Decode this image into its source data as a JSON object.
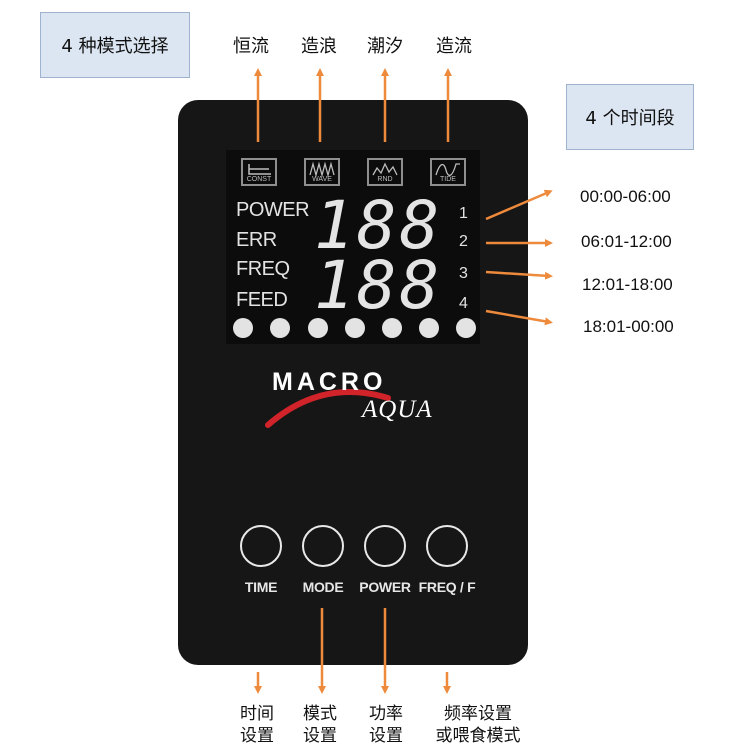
{
  "callouts": {
    "modes": "4 种模式选择",
    "periods": "4 个时间段"
  },
  "mode_labels": [
    "恒流",
    "造浪",
    "潮汐",
    "造流"
  ],
  "mode_icons": [
    {
      "name": "const-mode-icon",
      "caption": "CONST"
    },
    {
      "name": "wave-mode-icon",
      "caption": "WAVE"
    },
    {
      "name": "rnd-mode-icon",
      "caption": "RND"
    },
    {
      "name": "tide-mode-icon",
      "caption": "TIDE"
    }
  ],
  "lcd": {
    "rows": [
      "POWER",
      "ERR",
      "FREQ",
      "FEED"
    ],
    "digits_top": "188",
    "digits_bottom": "188",
    "slots": [
      "1",
      "2",
      "3",
      "4"
    ]
  },
  "time_periods": [
    "00:00-06:00",
    "06:01-12:00",
    "12:01-18:00",
    "18:01-00:00"
  ],
  "logo": {
    "line1": "MACRO",
    "line2": "AQUA"
  },
  "buttons": [
    {
      "label": "TIME",
      "desc_line1": "时间",
      "desc_line2": "设置"
    },
    {
      "label": "MODE",
      "desc_line1": "模式",
      "desc_line2": "设置"
    },
    {
      "label": "POWER",
      "desc_line1": "功率",
      "desc_line2": "设置"
    },
    {
      "label": "FREQ / F",
      "desc_line1": "频率设置",
      "desc_line2": "或喂食模式"
    }
  ],
  "colors": {
    "arrow": "#ee8a3c",
    "device": "#161616",
    "callout_bg": "#dce6f2",
    "logo_swoosh": "#d1232a"
  }
}
